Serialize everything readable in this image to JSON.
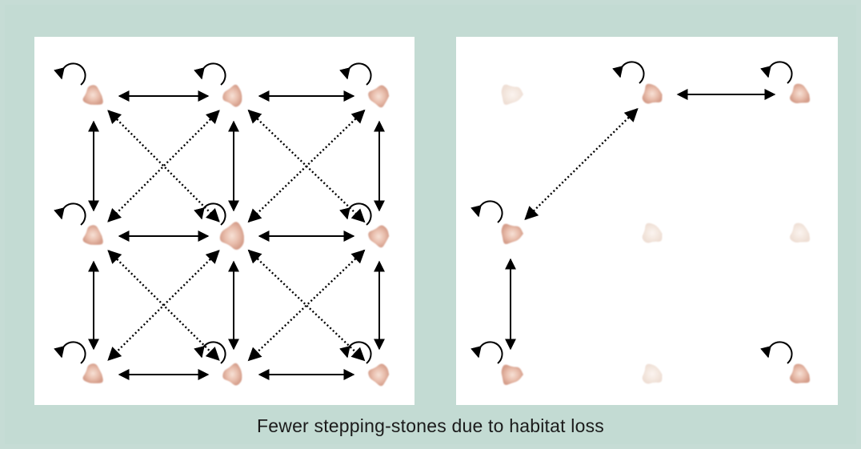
{
  "caption": "Fewer stepping-stones due to habitat loss",
  "colors": {
    "background": "#c3dbd3",
    "panel": "#ffffff",
    "patch_active": "#e6b5a5",
    "patch_lost": "#f3e5dc",
    "arrow": "#000000"
  },
  "panels": [
    {
      "id": "panel-left",
      "patches": [
        {
          "row": 0,
          "col": 0,
          "state": "active"
        },
        {
          "row": 0,
          "col": 1,
          "state": "active"
        },
        {
          "row": 0,
          "col": 2,
          "state": "active"
        },
        {
          "row": 1,
          "col": 0,
          "state": "active"
        },
        {
          "row": 1,
          "col": 1,
          "state": "active"
        },
        {
          "row": 1,
          "col": 2,
          "state": "active"
        },
        {
          "row": 2,
          "col": 0,
          "state": "active"
        },
        {
          "row": 2,
          "col": 1,
          "state": "active"
        },
        {
          "row": 2,
          "col": 2,
          "state": "active"
        }
      ],
      "solid_links": [
        [
          [
            0,
            0
          ],
          [
            0,
            1
          ]
        ],
        [
          [
            0,
            1
          ],
          [
            0,
            2
          ]
        ],
        [
          [
            1,
            0
          ],
          [
            1,
            1
          ]
        ],
        [
          [
            1,
            1
          ],
          [
            1,
            2
          ]
        ],
        [
          [
            2,
            0
          ],
          [
            2,
            1
          ]
        ],
        [
          [
            2,
            1
          ],
          [
            2,
            2
          ]
        ],
        [
          [
            0,
            0
          ],
          [
            1,
            0
          ]
        ],
        [
          [
            1,
            0
          ],
          [
            2,
            0
          ]
        ],
        [
          [
            0,
            1
          ],
          [
            1,
            1
          ]
        ],
        [
          [
            1,
            1
          ],
          [
            2,
            1
          ]
        ],
        [
          [
            0,
            2
          ],
          [
            1,
            2
          ]
        ],
        [
          [
            1,
            2
          ],
          [
            2,
            2
          ]
        ]
      ],
      "dotted_links": [
        [
          [
            0,
            0
          ],
          [
            1,
            1
          ]
        ],
        [
          [
            0,
            1
          ],
          [
            1,
            0
          ]
        ],
        [
          [
            0,
            1
          ],
          [
            1,
            2
          ]
        ],
        [
          [
            0,
            2
          ],
          [
            1,
            1
          ]
        ],
        [
          [
            1,
            0
          ],
          [
            2,
            1
          ]
        ],
        [
          [
            1,
            1
          ],
          [
            2,
            0
          ]
        ],
        [
          [
            1,
            1
          ],
          [
            2,
            2
          ]
        ],
        [
          [
            1,
            2
          ],
          [
            2,
            1
          ]
        ]
      ]
    },
    {
      "id": "panel-right",
      "patches": [
        {
          "row": 0,
          "col": 0,
          "state": "lost"
        },
        {
          "row": 0,
          "col": 1,
          "state": "active"
        },
        {
          "row": 0,
          "col": 2,
          "state": "active"
        },
        {
          "row": 1,
          "col": 0,
          "state": "active"
        },
        {
          "row": 1,
          "col": 1,
          "state": "lost"
        },
        {
          "row": 1,
          "col": 2,
          "state": "lost"
        },
        {
          "row": 2,
          "col": 0,
          "state": "active"
        },
        {
          "row": 2,
          "col": 1,
          "state": "lost"
        },
        {
          "row": 2,
          "col": 2,
          "state": "active"
        }
      ],
      "solid_links": [
        [
          [
            0,
            1
          ],
          [
            0,
            2
          ]
        ],
        [
          [
            1,
            0
          ],
          [
            2,
            0
          ]
        ]
      ],
      "dotted_links": [
        [
          [
            0,
            1
          ],
          [
            1,
            0
          ]
        ]
      ]
    }
  ]
}
